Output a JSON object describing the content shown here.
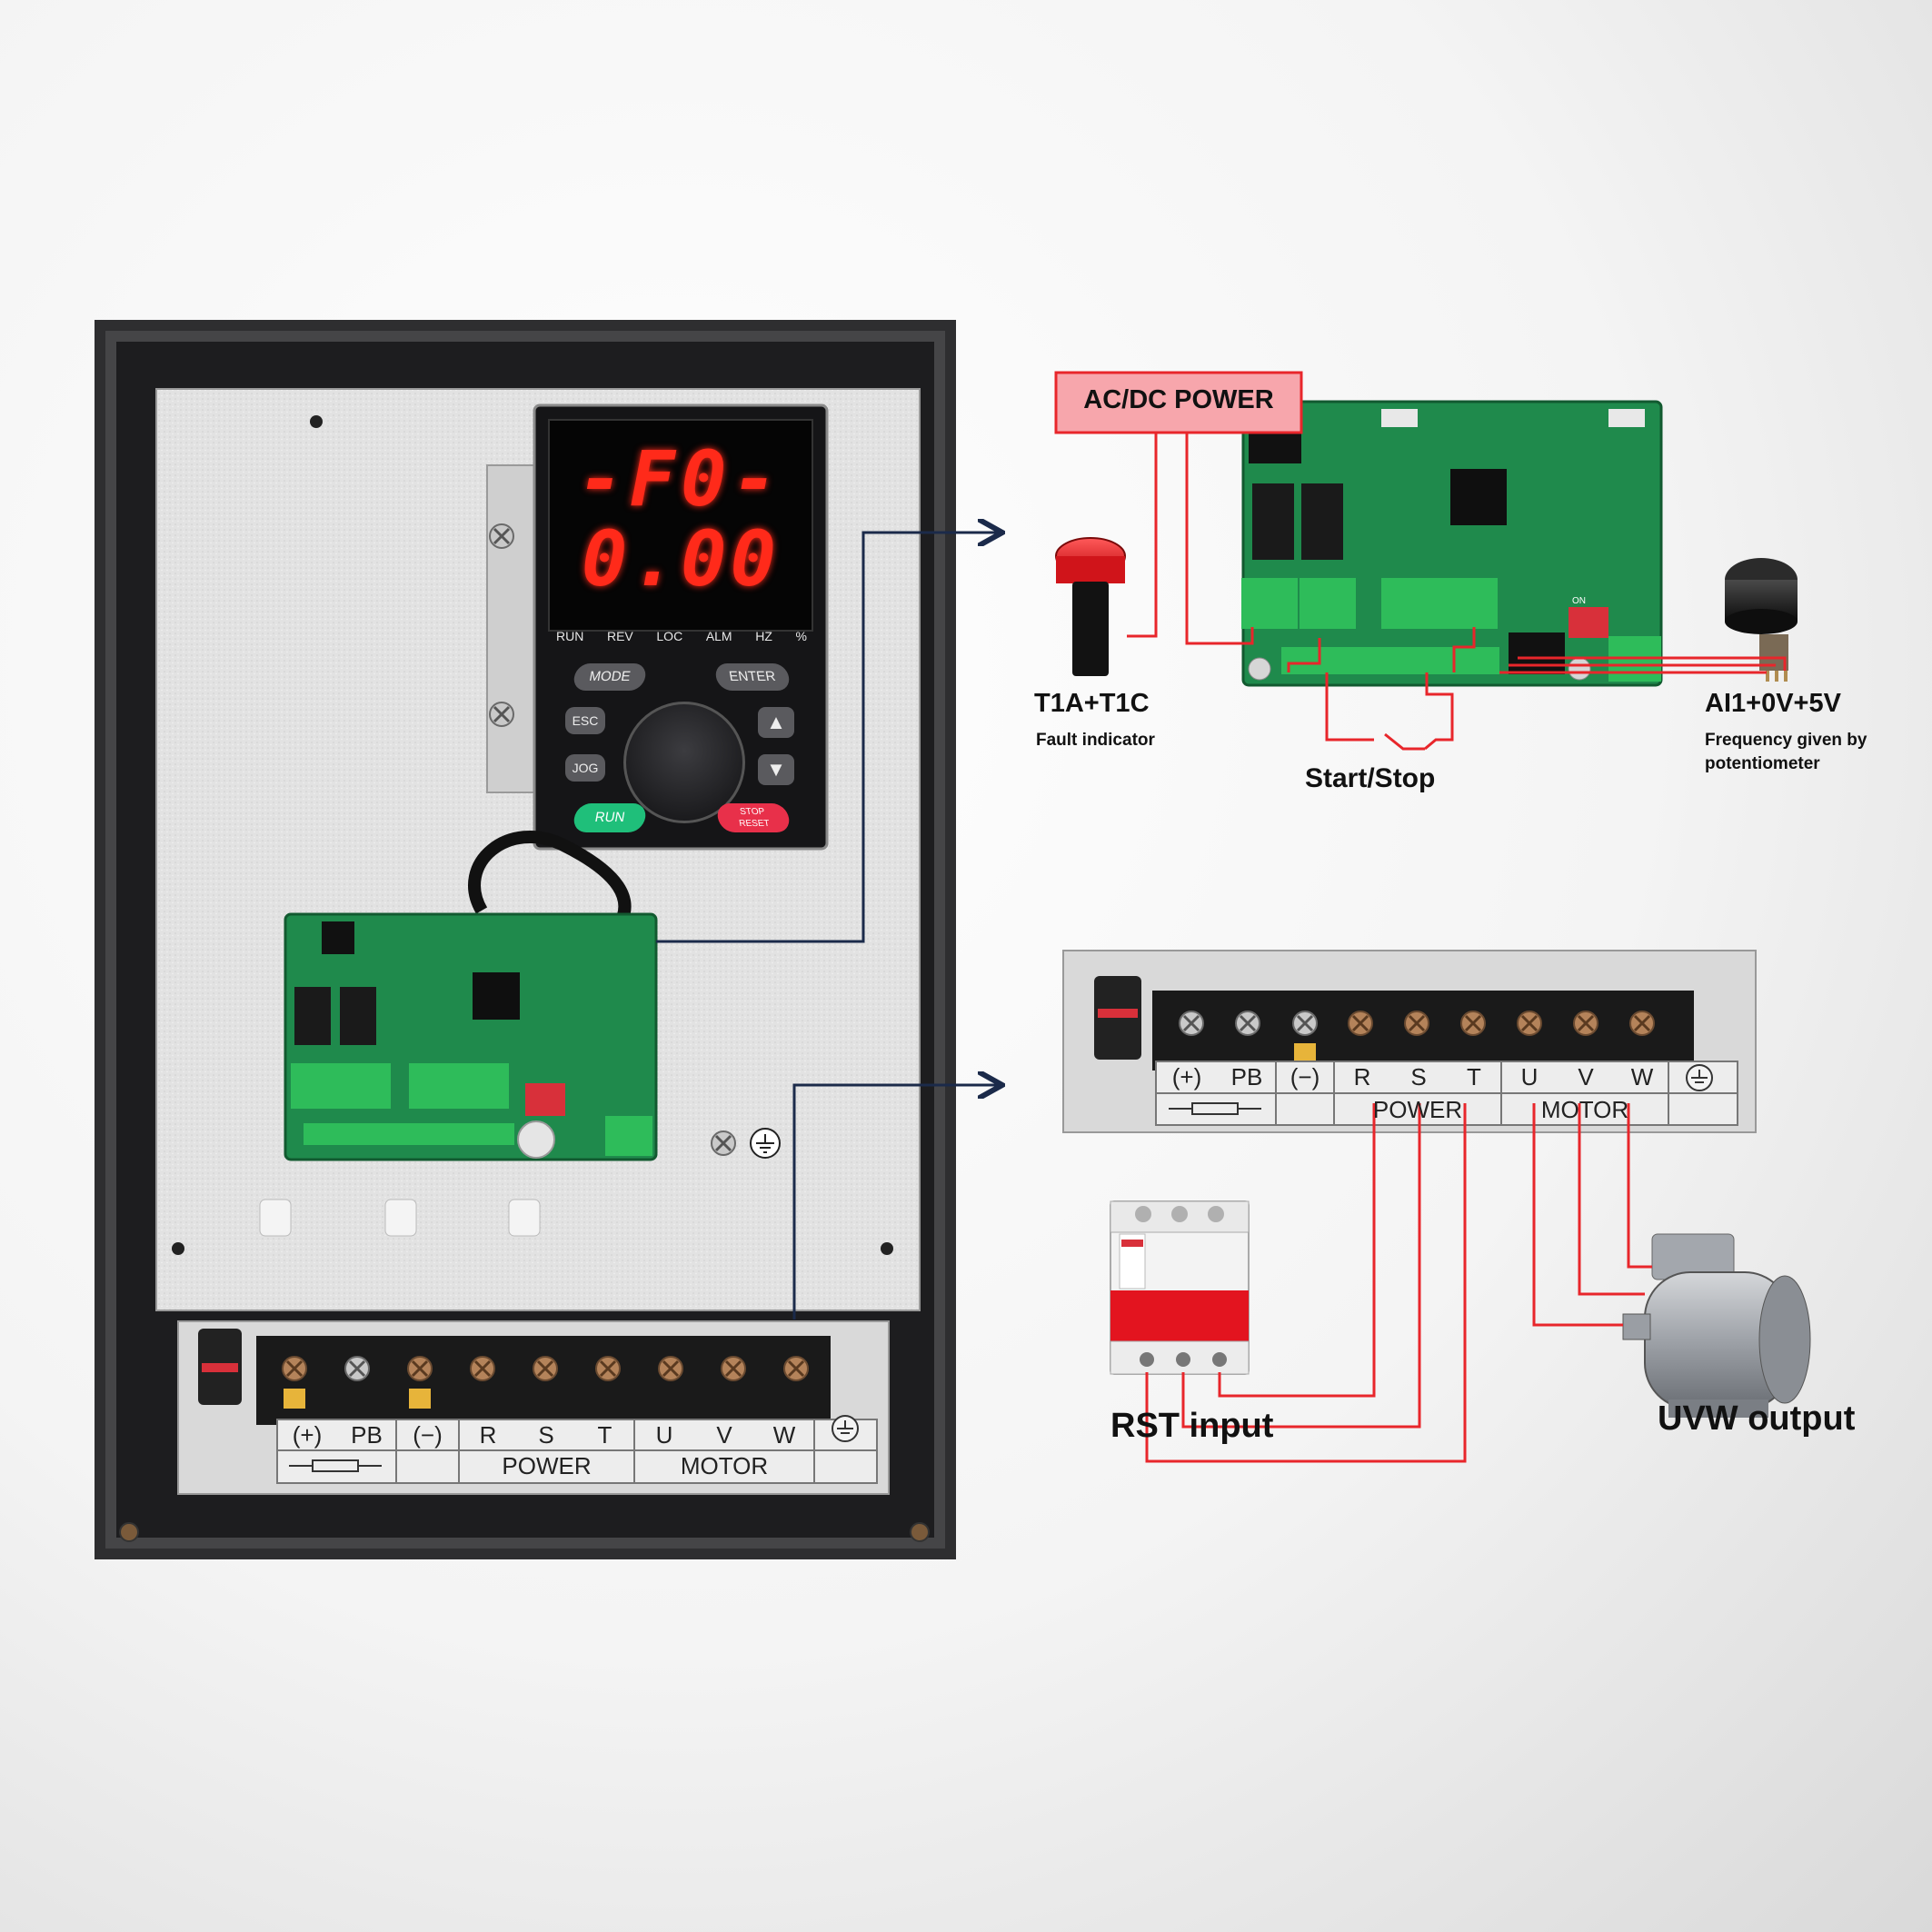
{
  "colors": {
    "wire_red": "#e8262b",
    "wire_navy": "#1b2a4a",
    "led_red": "#ff2a1a",
    "pcb_green": "#1f8a4c",
    "terminal_green": "#2ebc5a",
    "enclosure": "#3a3a3c",
    "panel": "#dcdcdc",
    "label_box_fill": "#f7a6ac",
    "run_button": "#1fbf7a",
    "stop_button": "#e8304a"
  },
  "keypad": {
    "display_line1": "-F0-",
    "display_line2": "0.00",
    "indicators": [
      "RUN",
      "REV",
      "LOC",
      "ALM",
      "HZ",
      "%"
    ],
    "buttons": {
      "mode": "MODE",
      "enter": "ENTER",
      "esc": "ESC",
      "jog": "JOG",
      "run": "RUN",
      "stop_line1": "STOP",
      "stop_line2": "RESET"
    }
  },
  "terminals": {
    "symbols": [
      "(+)",
      "PB",
      "(−)",
      "R",
      "S",
      "T",
      "U",
      "V",
      "W"
    ],
    "group_power": "POWER",
    "group_motor": "MOTOR",
    "ground_icon": "ground-icon"
  },
  "control_board": {
    "power_label": "AC/DC POWER",
    "fault_terminal": "T1A+T1C",
    "fault_caption": "Fault indicator",
    "start_stop": "Start/Stop",
    "ai_terminal": "AI1+0V+5V",
    "ai_caption_line1": "Frequency given by",
    "ai_caption_line2": "potentiometer",
    "dip_label": "ON"
  },
  "main_circuit": {
    "input_label": "RST input",
    "output_label": "UVW output"
  }
}
